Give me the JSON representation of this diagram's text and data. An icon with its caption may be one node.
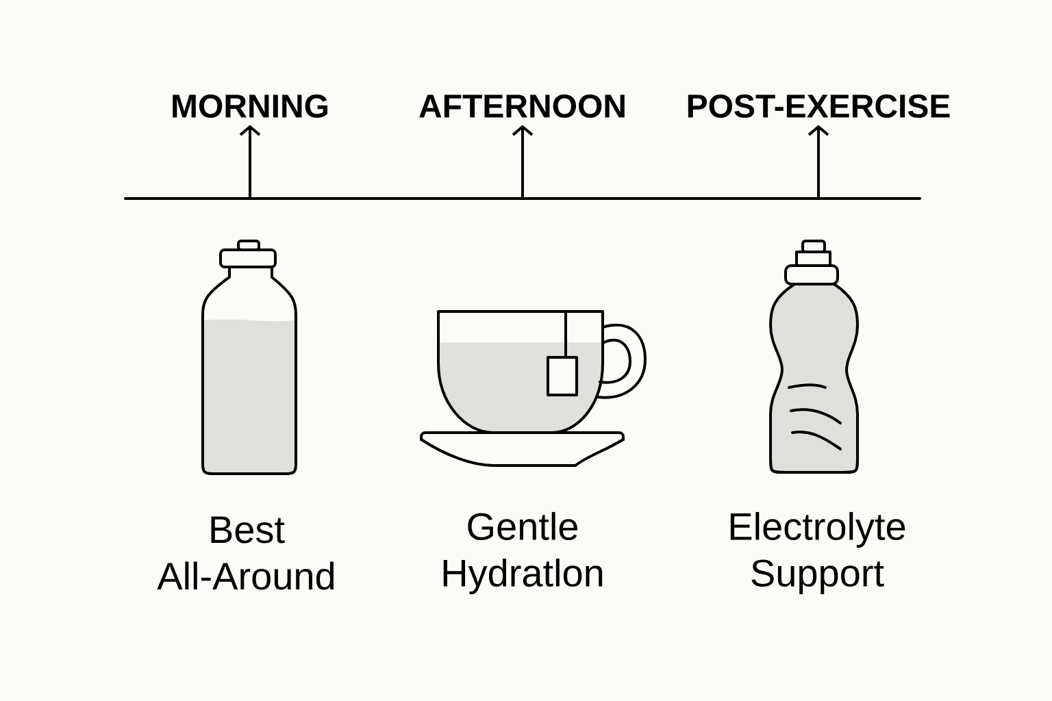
{
  "diagram": {
    "nodes": [
      {
        "text": [
          "MORNING"
        ]
      },
      {
        "text": [
          "AFTERNOON"
        ]
      },
      {
        "text": [
          "POST-EXERCISE"
        ]
      },
      {
        "text": [],
        "shape": "picture",
        "beside": [
          "Best All-Around"
        ]
      },
      {
        "text": [],
        "shape": "picture",
        "beside": [
          "Gentle Hydratlon"
        ]
      },
      {
        "text": [],
        "shape": "picture",
        "beside": [
          "Electrolyte Support"
        ]
      }
    ],
    "edges": [
      {
        "from": null,
        "to": 0,
        "arrow": "to"
      },
      {
        "from": null,
        "to": 1,
        "arrow": "to"
      },
      {
        "from": null,
        "to": 2,
        "arrow": "to"
      }
    ]
  }
}
